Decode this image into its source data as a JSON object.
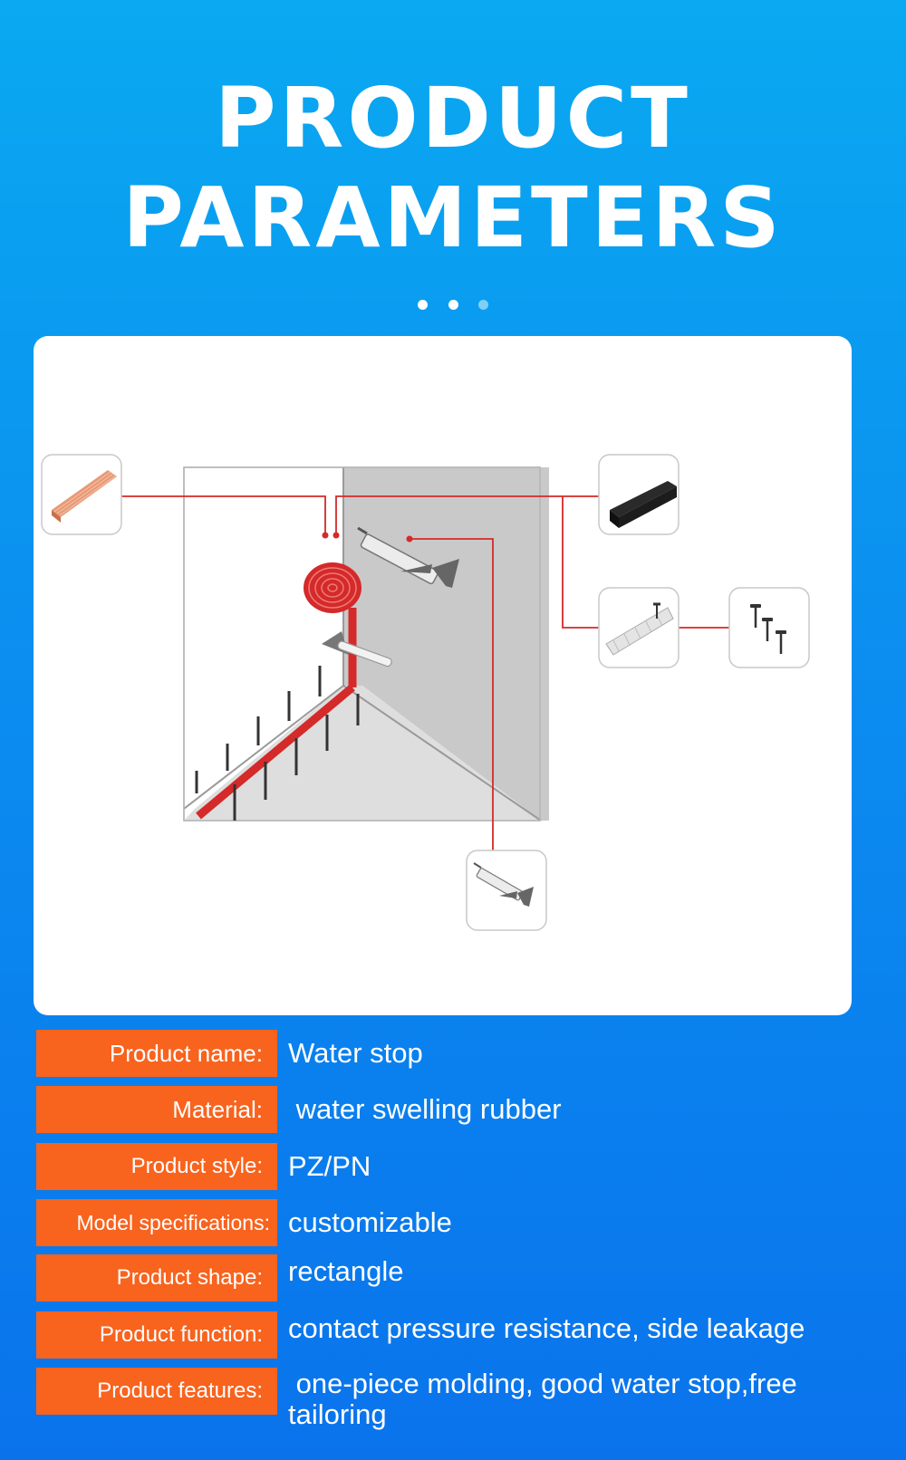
{
  "page": {
    "title_line1": "PRODUCT",
    "title_line2": "PARAMETERS"
  },
  "carousel": {
    "count": 3,
    "active": [
      true,
      true,
      false
    ]
  },
  "colors": {
    "accent": "#f8631e",
    "line": "#d42a2a",
    "background_top": "#0aa9f1",
    "background_bottom": "#0a73ec"
  },
  "parameters": [
    {
      "label": "Product name:",
      "value": "Water stop"
    },
    {
      "label": "Material:",
      "value": " water swelling rubber"
    },
    {
      "label": "Product style:",
      "value": "PZ/PN"
    },
    {
      "label": "Model specifications:",
      "value": "customizable"
    },
    {
      "label": "Product shape:",
      "value": "rectangle"
    },
    {
      "label": "Product function:",
      "value": "contact pressure resistance, side leakage"
    },
    {
      "label": "Product features:",
      "value": " one-piece molding, good water stop,free tailoring"
    }
  ]
}
